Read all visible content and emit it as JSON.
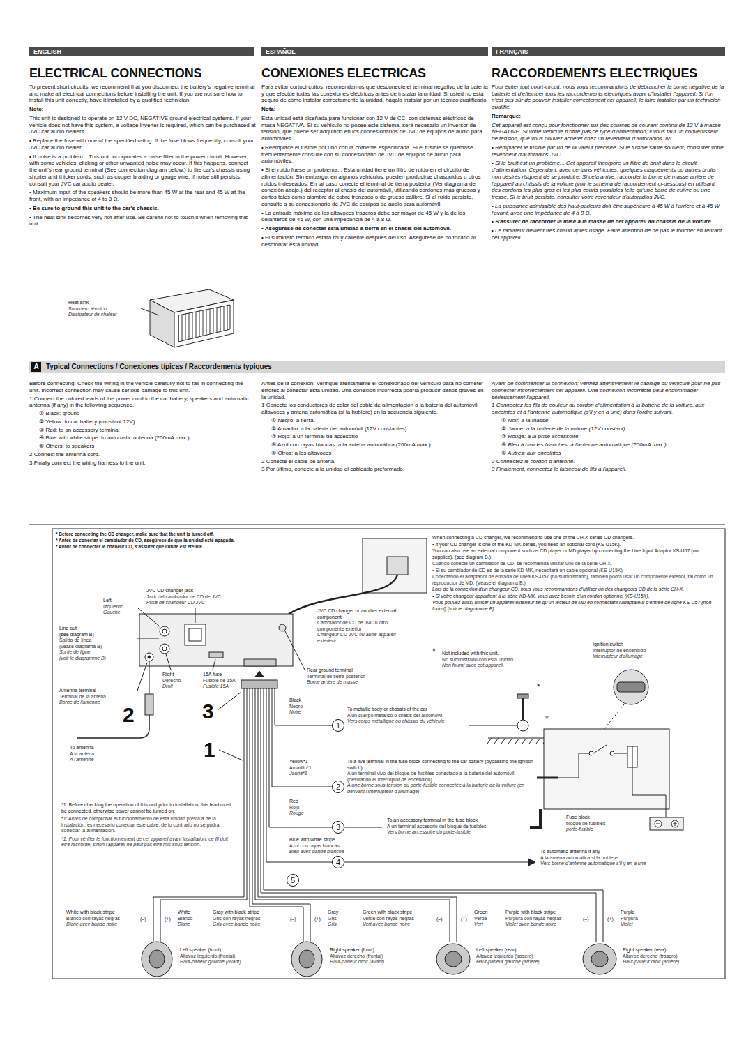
{
  "diagram": {
    "nodes": [
      {
        "text": [
          "ENGLISH"
        ]
      },
      {
        "text": [
          "ESPAÑOL"
        ]
      },
      {
        "text": [
          "FRANÇAIS"
        ]
      },
      {
        "text": [
          "Typical Connections / Conexiones típicas / Raccordements typiques"
        ]
      },
      {
        "text": [
          "A"
        ],
        "in": 3
      },
      {
        "text": [
          "1"
        ]
      },
      {
        "text": [
          "2"
        ]
      },
      {
        "text": [
          "3"
        ]
      },
      {
        "text": [
          "4"
        ]
      },
      {
        "text": [
          "5"
        ]
      }
    ],
    "labels": [
      "ELECTRICAL CONNECTIONS",
      "To prevent short circuits, we recommend that you disconnect the battery's negative terminal and make all electrical connections before installing the unit. If you are not sure how to install this unit correctly, have it installed by a qualified technician.",
      "Note:",
      "This unit is designed to operate on 12 V DC, NEGATIVE ground electrical systems. If your vehicle does not have this system, a voltage inverter is required, which can be purchased at JVC car audio dealers.",
      "• Replace the fuse with one of the specified rating. If the fuse blows frequently, consult your JVC car audio dealer.",
      "• If noise is a problem... This unit incorporates a noise filter in the power circuit. However, with some vehicles, clicking or other unwanted noise may occur. If this happens, connect the unit's rear ground terminal (See connection diagram below.) to the car's chassis using shorter and thicker cords, such as copper braiding or gauge wire. If noise still persists, consult your JVC car audio dealer.",
      "• Maximum input of the speakers should be more than 45 W at the rear and 45 W at the front, with an impedance of 4 to 8 Ω.",
      "• Be sure to ground this unit to the car's chassis.",
      "• The heat sink becomes very hot after use. Be careful not to touch it when removing this unit.",
      "Heat sink",
      "Sumidero térmico",
      "Dissipateur de chaleur",
      "CONEXIONES ELECTRICAS",
      "Para evitar cortocircuitos, recomendamos que desconecte el terminal negativo de la batería y que efectúe todas las conexiones eléctricas antes de instalar la unidad. Si usted no está seguro de cómo instalar correctamente la unidad, hágala instalar por un técnico cualificado.",
      "Nota:",
      "Esta unidad está diseñada para funcionar con 12 V de CC, con sistemas eléctricos de masa NEGATIVA. Si su vehículo no posee este sistema, será necesario un inversor de tensión, que puede ser adquirido en los concesionarios de JVC de equipos de audio para automóviles.",
      "• Reemplace el fusible por uno con la corriente especificada. Si el fusible se quemase frecuentemente consulte con su concesionario de JVC de equipos de audio para automóviles.",
      "• Si el ruido fuese un problema... Esta unidad tiene un filtro de ruido en el circuito de alimentación. Sin embargo, en algunos vehículos, pueden producirse chasquidos u otros ruidos indeseados. En tal caso conecte el terminal de tierra posterior (Ver diagrama de conexión abajo.) del receptor al chasis del automóvil, utilizando cordones más gruesos y cortos tales como alambre de cobre trenzado o de grueso calibre. Si el ruido persiste, consulte a su concesionario de JVC de equipos de audio para automóvil.",
      "• La entrada máxima de los altavoces traseros debe ser mayor de 45 W y la de los delanteros de 45 W, con una impedancia de 4 a 8 Ω.",
      "• Asegúrese de conectar esta unidad a tierra en el chasis del automóvil.",
      "• El sumidero térmico estará muy caliente después del uso. Asegúrese de no tocarlo al desmontar esta unidad.",
      "RACCORDEMENTS ELECTRIQUES",
      "Pour éviter tout court-circuit, nous vous recommandons de débrancher la borne négative de la batterie et d'effectuer tous les raccordements électriques avant d'installer l'appareil. Si l'on n'est pas sûr de pouvoir installer correctement cet appareil, le faire installer par un technicien qualifié.",
      "Remarque:",
      "Cet appareil est conçu pour fonctionner sur des sources de courant continu de 12 V à masse NEGATIVE. Si votre véhicule n'offre pas ce type d'alimentation, il vous faut un convertisseur de tension, que vous pouvez acheter chez un revendeur d'autoradios JVC.",
      "• Remplacer le fusible par un de la valeur précisée. Si le fusible saute souvent, consulter votre revendeur d'autoradios JVC.",
      "• Si le bruit est un problème... Cet appareil incorpore un filtre de bruit dans le circuit d'alimentation. Cependant, avec certains véhicules, quelques claquements ou autres bruits non désirés risquent de se produire. Si cela arrive, raccorder la borne de masse arrière de l'appareil au châssis de la voiture (voir le schéma de raccordement ci-dessous) en utilisant des cordons les plus gros et les plus courts possibles telle qu'une barre de cuivre ou une tresse. Si le bruit persiste, consulter votre revendeur d'autoradios JVC.",
      "• La puissance admissible des haut-parleurs doit être supérieure à 45 W à l'arrière et à 45 W l'avant, avec une impédance de 4 à 8 Ω.",
      "• S'assurer de raccorder la mise à la masse de cet appareil au châssis de la voiture.",
      "• Le radiateur devient très chaud après usage. Faire attention de ne pas le toucher en retirant cet appareil.",
      "Before connecting: Check the wiring in the vehicle carefully not to fail in connecting the unit. Incorrect connection may cause serious damage to this unit.",
      "1 Connect the colored leads of the power cord to the car battery, speakers and automatic antenna (if any) in the following sequence.",
      "① Black: ground",
      "② Yellow: to car battery (constant 12V)",
      "③ Red: to an accessory terminal",
      "④ Blue with white stripe: to automatic antenna (200mA max.)",
      "⑤ Others: to speakers",
      "2 Connect the antenna cord.",
      "3 Finally connect the wiring harness to the unit.",
      "Antes de la conexión: Verifique atentamente el conexionado del vehículo para no cometer errores al conectar esta unidad. Una conexión incorrecta podría producir daños graves en la unidad.",
      "1 Conecte los conductores de color del cable de alimentación a la batería del automóvil, altavoces y antena automática (si la hubiere) en la secuencia siguiente.",
      "① Negro: a tierra.",
      "② Amarillo: a la batería del automóvil (12V constantes)",
      "③ Rojo: a un terminal de accesorio",
      "④ Azul con rayas blancas: a la antena automática (200mA máx.)",
      "⑤ Otros: a los altavoces",
      "2 Conecte el cable de antena.",
      "3 Por último, conecte a la unidad el cableado preformado.",
      "Avant de commencer la connexion: vérifiez attentivement le câblage du véhicule pour ne pas connecter incorrectement cet appareil. Une connexion incorrecte peut endommager sérieusement l'appareil.",
      "1 Connectez les fils de couleur du cordon d'alimentation à la batterie de la voiture, aux enceintes et à l'antenne automatique (s'il y en a une) dans l'ordre suivant.",
      "① Noir: à la masse",
      "② Jaune: a la batterie de la voiture (12V constant)",
      "③ Rouge: à la prise accessoire",
      "④ Bleu à bandes blanches: à l'antenne automatique (200mA max.)",
      "⑤ Autres: aux enceintes",
      "2 Connectez le cordon d'antenne.",
      "3 Finalement, connectez le faisceau de fils à l'appareil.",
      "* Before connecting the CD changer, make sure that the unit is turned off.",
      "* Antes de conectar el cambiador de CD, asegúrese de que la unidad esté apagada.",
      "* Avant de connecter le chaneur CD, s'assurer que l'unité est éteinte.",
      "When connecting a CD changer, we recommend to use one of the CH-X series CD changers.",
      "• If your CD changer is one of the KD-MK series, you need an optional cord (KS-U15K).",
      "You can also use an external component such as CD player or MD player by connecting the Line Input Adaptor KS-U57 (not supplied). (see diagram B.)",
      "Cuando conecte un cambiador de CD, se recomienda utilizar uno de la serie CH-X.",
      "• Si su cambiador de CD es de la serie KD-MK, necesitará un cable opcional (KS-U15K).",
      "Conectando el adaptador de entrada de línea KS-U57 (no suministrado), también podrá usar un componente exterior, tal como un reproductor de MD. (Véase el diagrama B.)",
      "Lors de la connexion d'un changeur CD, nous vous recommandons d'utiliser un des changeurs CD de la série CH-X.",
      "• Si votre changeur appartient à la série KD-MK, vous avez besoin d'un cordon optionnel (KS-U15K).",
      "Vous pouvez aussi utiliser un appareil extérieur tel qu'un lecteur de MD en connectant l'adaptateur d'entrée de ligne KS-U57 (non fourni) (voir le diagramme B).",
      "JVC CD changer jack",
      "Jack del cambiador de CD de JVC",
      "Prise de changeur CD JVC",
      "Left",
      "Izquierdo",
      "Gauche",
      "Line out",
      "(see diagram B)",
      "Salida de línea",
      "(véase diagrama B)",
      "Sortie de ligne",
      "(voir le diagramme B)",
      "Right",
      "Derecho",
      "Droit",
      "15A fuse",
      "Fusible de 15A",
      "Fusible 15A",
      "Antenna terminal",
      "Terminal de la antena",
      "Borne de l'antenne",
      "2",
      "3",
      "1",
      "To antenna",
      "A la antena",
      "A l'antenne",
      "*1: Before checking the operation of this unit prior to installation, this lead must be connected, otherwise power cannot be turned on.",
      "*1: Antes de comprobar el funcionamiento de esta unidad previa a de la instalación, es necesario conectar este cable, de lo contrario no se podrá conectar la alimentación.",
      "*1: Pour vérifier le fonctionnement de cet appareil avant installation, ce fil doit être raccordé, sinon l'appareil ne peut pas être mis sous tension.",
      "JVC CD changer or another external component",
      "Cambiador de CD de JVC u otro componente exterior",
      "Changeur CD JVC ou autre appareil extérieur",
      "*",
      "Not included with this unit.",
      "No suministrado con esta unidad.",
      "Non fourni avec cet appareil.",
      "Rear ground terminal",
      "Terminal de tierra posterior",
      "Borne arrière de masse",
      "Black",
      "Negro",
      "Noire",
      "To metallic body or chassis of the car",
      "A un cuerpo metálico o chasis del automóvil",
      "Vers corps métallique ou châssis du véhicule",
      "Yellow*1",
      "Amarillo*1",
      "Jaune*1",
      "To a live terminal in the fuse block connecting to the car battery (bypassing the ignition switch).",
      "A un terminal vivo del bloque de fusibles conectado a la batería del automóvil (desviando el interruptor de encendido)",
      "A une borne sous tension du porte-fusible connectée à la batterie de la voiture (en dérivant l'interrupteur d'allumage)",
      "Red",
      "Rojo",
      "Rouge",
      "To an accessory terminal in the fuse block",
      "A un terminal accesorio del bloque de fusibles",
      "Vers borne accessoire du porte-fusible",
      "Blue with white stripe",
      "Azul con rayas blancas",
      "Bleu avec bande blanche",
      "To automatic antenna if any",
      "A la antena automática si la hubiere",
      "Vers borne d'antenne automatique s'il y en a une",
      "Ignition switch",
      "Interruptor de encendido",
      "Interrupteur d'allumage",
      "Fuse block",
      "bloque de fusibles",
      "porte-fusible",
      "*",
      "*",
      "White with black stripe",
      "Blanco con rayas negras",
      "Blanc avec bande noire",
      "White",
      "Blanco",
      "Blanc",
      "Gray with black stripe",
      "Gris con rayas negras",
      "Gris avec bande noire",
      "Gray",
      "Gris",
      "Gris",
      "Green with black stripe",
      "Verde con rayas negras",
      "Vert avec bande noire",
      "Green",
      "Verde",
      "Vert",
      "Purple with black stripe",
      "Púrpura con rayas negras",
      "Violet avec bande noire",
      "Purple",
      "Púrpura",
      "Violet",
      "(–)",
      "(+)",
      "(–)",
      "(+)",
      "(–)",
      "(+)",
      "(–)",
      "(+)",
      "Left speaker (front)",
      "Altavoz izquierdo (frontal)",
      "Haut-parleur gauche (avant)",
      "Right speaker (front)",
      "Altavoz derecho (frontal)",
      "Haut-parleur droit (avant)",
      "Left speaker (rear)",
      "Altavoz izquierdo (trasero)",
      "Haut-parleur gauche (arrière)",
      "Right speaker (rear)",
      "Altavoz derecho (trasero)",
      "Haut-parleur droit (arrière)"
    ]
  }
}
